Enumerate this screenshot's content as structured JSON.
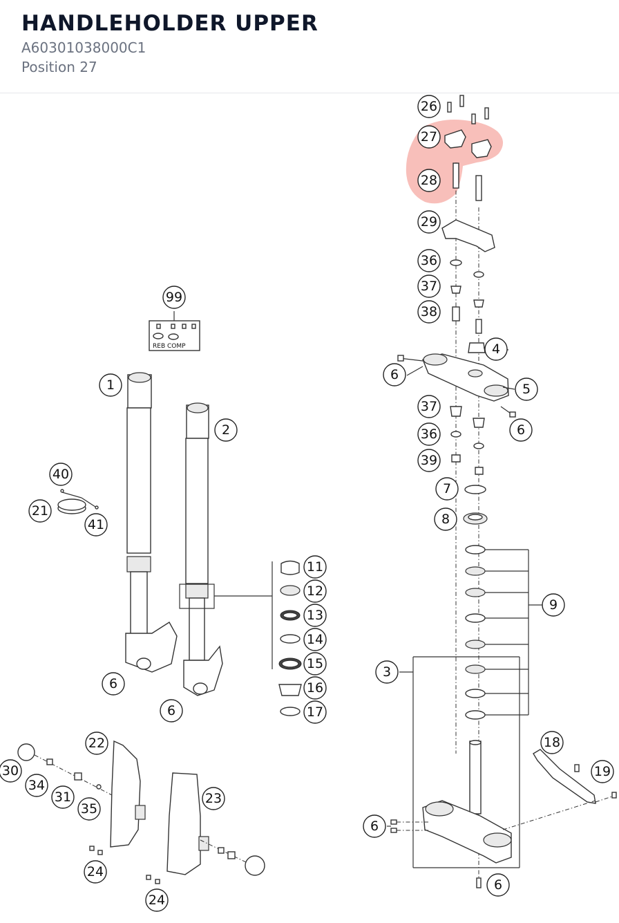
{
  "header": {
    "title": "HANDLEHOLDER UPPER",
    "part_number": "A60301038000C1",
    "position": "Position 27"
  },
  "highlight": {
    "color": "#f28b82",
    "labels": [
      "27",
      "28"
    ]
  },
  "callouts": [
    {
      "id": "c26",
      "num": "26"
    },
    {
      "id": "c27",
      "num": "27"
    },
    {
      "id": "c28",
      "num": "28"
    },
    {
      "id": "c29",
      "num": "29"
    },
    {
      "id": "c36a",
      "num": "36"
    },
    {
      "id": "c37a",
      "num": "37"
    },
    {
      "id": "c38",
      "num": "38"
    },
    {
      "id": "c4",
      "num": "4"
    },
    {
      "id": "c6a",
      "num": "6"
    },
    {
      "id": "c5",
      "num": "5"
    },
    {
      "id": "c37b",
      "num": "37"
    },
    {
      "id": "c6b",
      "num": "6"
    },
    {
      "id": "c36b",
      "num": "36"
    },
    {
      "id": "c39",
      "num": "39"
    },
    {
      "id": "c7",
      "num": "7"
    },
    {
      "id": "c8",
      "num": "8"
    },
    {
      "id": "c9",
      "num": "9"
    },
    {
      "id": "c3",
      "num": "3"
    },
    {
      "id": "c18",
      "num": "18"
    },
    {
      "id": "c19",
      "num": "19"
    },
    {
      "id": "c6c",
      "num": "6"
    },
    {
      "id": "c6d",
      "num": "6"
    },
    {
      "id": "c99",
      "num": "99"
    },
    {
      "id": "c1",
      "num": "1"
    },
    {
      "id": "c2",
      "num": "2"
    },
    {
      "id": "c40",
      "num": "40"
    },
    {
      "id": "c21",
      "num": "21"
    },
    {
      "id": "c41",
      "num": "41"
    },
    {
      "id": "c11",
      "num": "11"
    },
    {
      "id": "c12",
      "num": "12"
    },
    {
      "id": "c13",
      "num": "13"
    },
    {
      "id": "c14",
      "num": "14"
    },
    {
      "id": "c15",
      "num": "15"
    },
    {
      "id": "c16",
      "num": "16"
    },
    {
      "id": "c17",
      "num": "17"
    },
    {
      "id": "c6e",
      "num": "6"
    },
    {
      "id": "c6f",
      "num": "6"
    },
    {
      "id": "c22",
      "num": "22"
    },
    {
      "id": "c23",
      "num": "23"
    },
    {
      "id": "c30",
      "num": "30"
    },
    {
      "id": "c34",
      "num": "34"
    },
    {
      "id": "c31",
      "num": "31"
    },
    {
      "id": "c35",
      "num": "35"
    },
    {
      "id": "c24a",
      "num": "24"
    },
    {
      "id": "c24b",
      "num": "24"
    }
  ],
  "kit_label": "REB COMP"
}
